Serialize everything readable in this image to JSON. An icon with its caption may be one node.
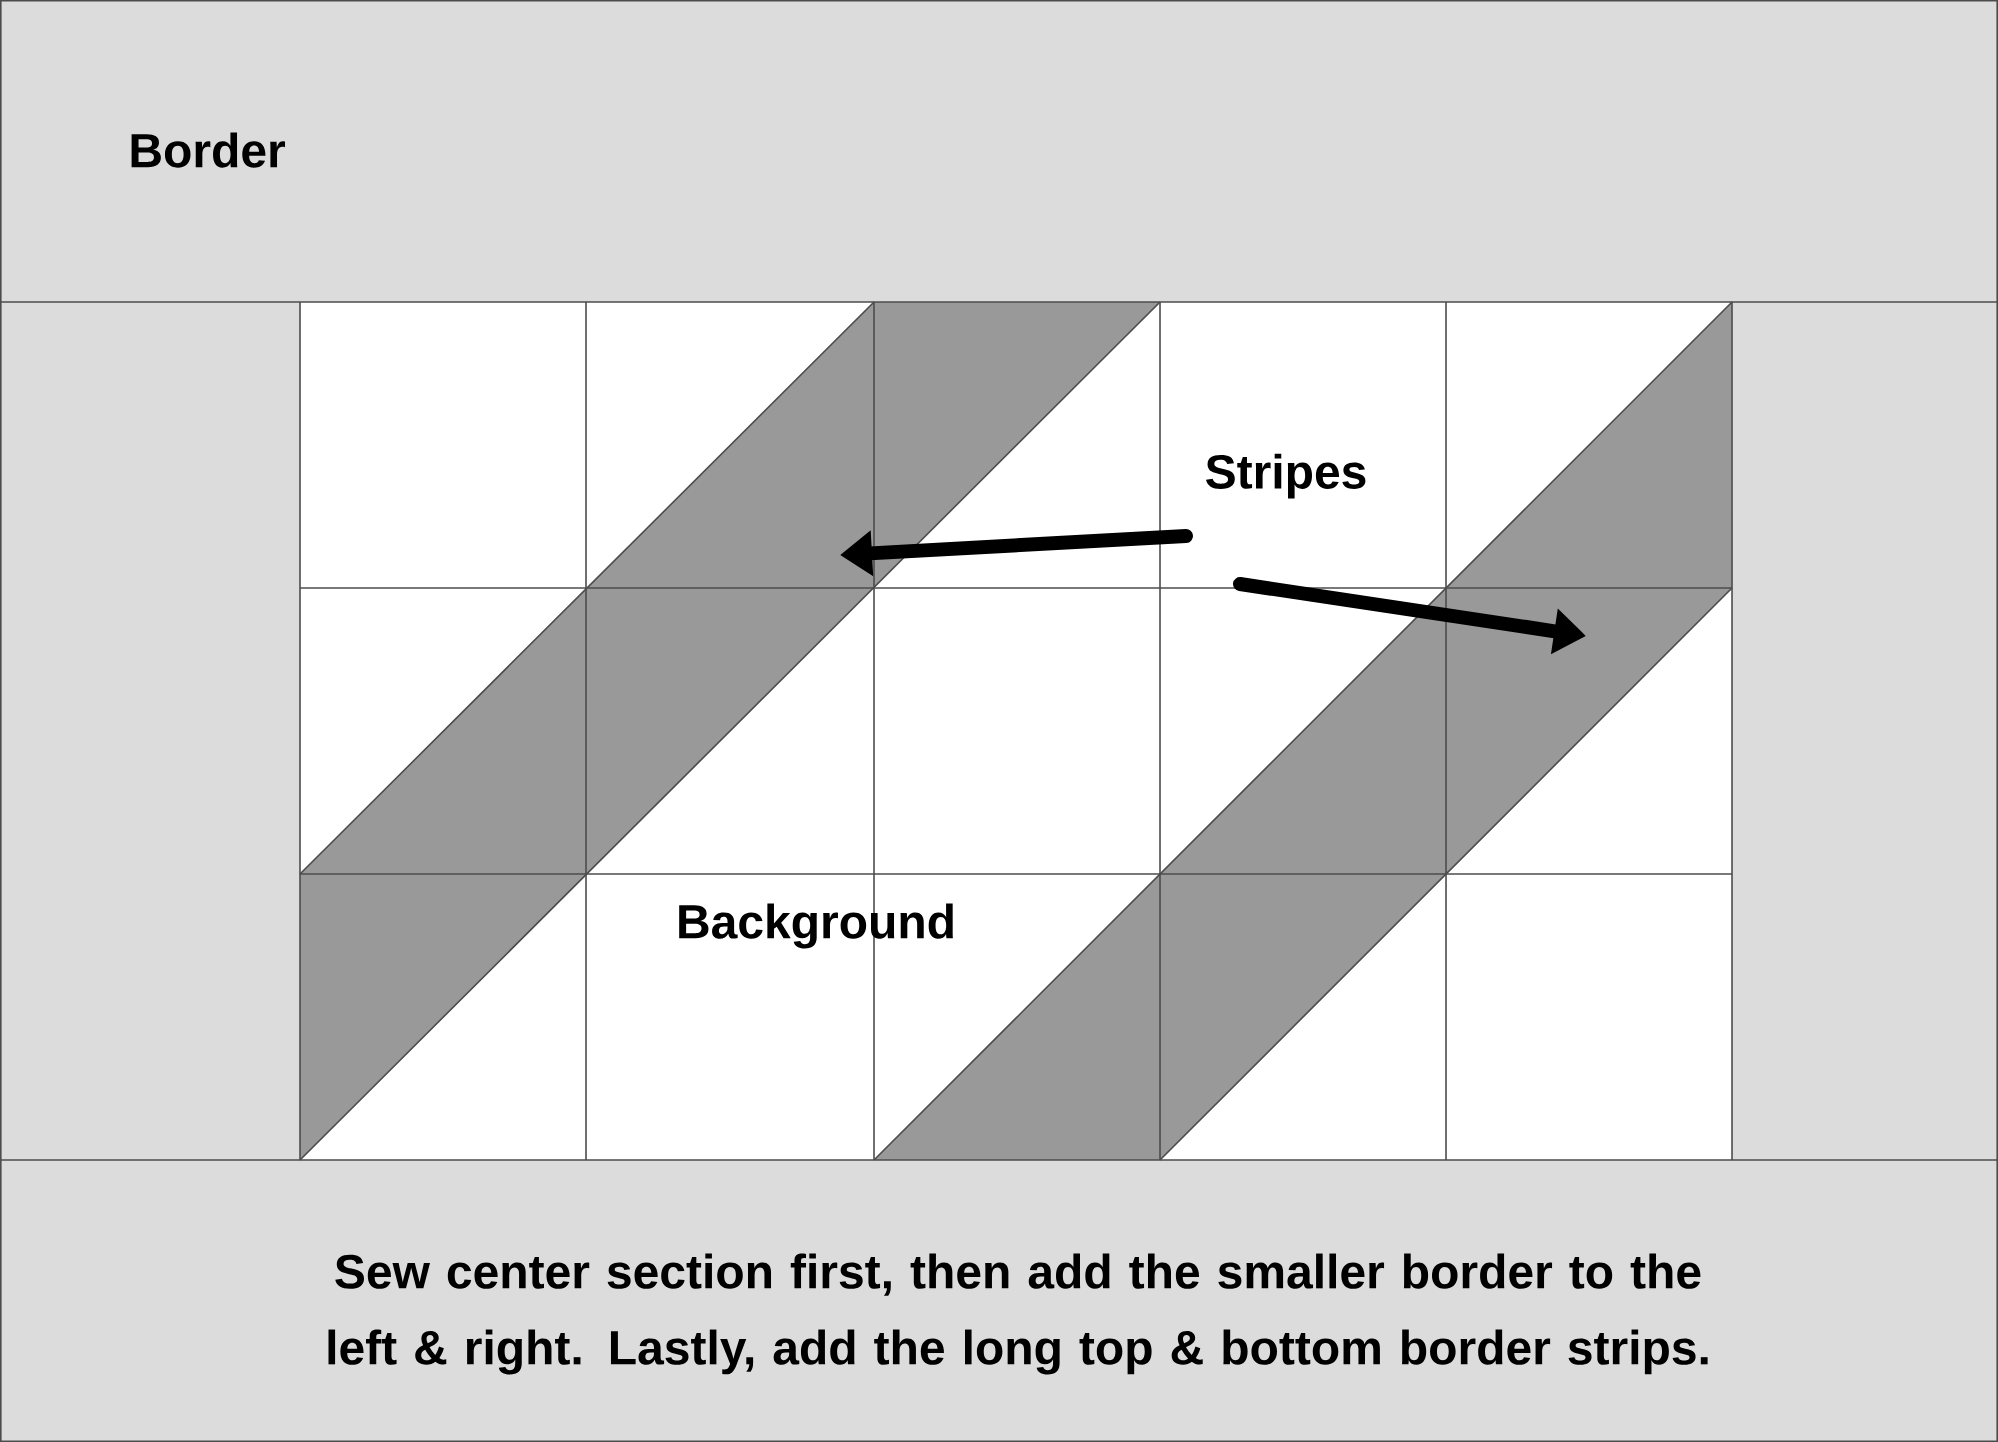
{
  "diagram": {
    "nodes": [
      {
        "text": [
          "Stripes"
        ]
      },
      {
        "text": [],
        "shape": "bar"
      },
      {
        "text": [],
        "shape": "bar"
      }
    ],
    "edges": [
      {
        "from": 0,
        "to": 1,
        "arrow": "to"
      },
      {
        "from": 0,
        "to": 2,
        "arrow": "to"
      }
    ],
    "labels": [
      "Border",
      "Background",
      "Sew center section first, then add the smaller border to the left & right.  Lastly, add the long top & bottom border strips."
    ]
  }
}
